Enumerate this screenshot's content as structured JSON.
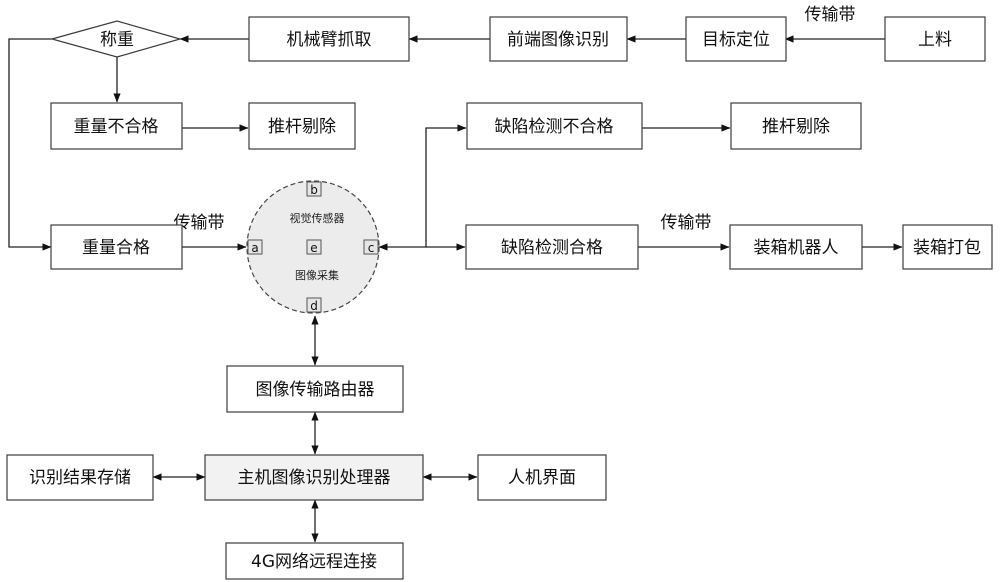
{
  "nodes": {
    "feeding": "上料",
    "target_locate": "目标定位",
    "front_recognition": "前端图像识别",
    "arm_grab": "机械臂抓取",
    "weighing": "称重",
    "weight_fail": "重量不合格",
    "push_reject_1": "推杆剔除",
    "defect_fail": "缺陷检测不合格",
    "push_reject_2": "推杆剔除",
    "weight_pass": "重量合格",
    "defect_pass": "缺陷检测合格",
    "boxing_robot": "装箱机器人",
    "boxing_pack": "装箱打包",
    "image_router": "图像传输路由器",
    "host_processor": "主机图像识别处理器",
    "result_storage": "识别结果存储",
    "hmi": "人机界面",
    "remote_4g": "4G网络远程连接"
  },
  "sensor": {
    "title": "视觉传感器",
    "subtitle": "图像采集",
    "ports": {
      "a": "a",
      "b": "b",
      "c": "c",
      "d": "d",
      "e": "e"
    }
  },
  "edge_labels": {
    "top_conveyor": "传输带",
    "left_conveyor": "传输带",
    "right_conveyor": "传输带"
  }
}
